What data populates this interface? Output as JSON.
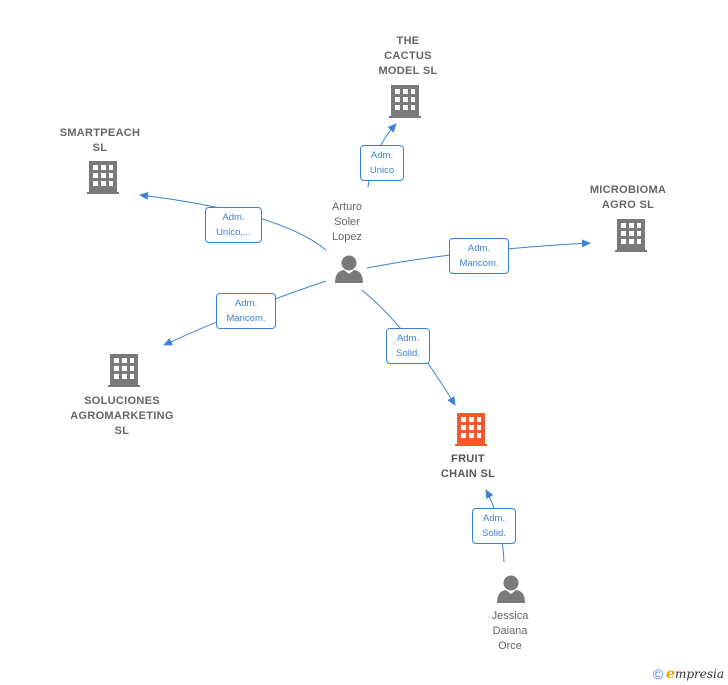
{
  "colors": {
    "edge": "#3b82d6",
    "building": "#7a7a7a",
    "building_main": "#f05a28",
    "person": "#7a7a7a"
  },
  "nodes": {
    "the_cactus": {
      "label": "THE\nCACTUS\nMODEL  SL",
      "icon": "building-icon"
    },
    "smartpeach": {
      "label": "SMARTPEACH\nSL",
      "icon": "building-icon"
    },
    "microbioma": {
      "label": "MICROBIOMA\nAGRO  SL",
      "icon": "building-icon"
    },
    "soluciones": {
      "label": "SOLUCIONES\nAGROMARKETING\nSL",
      "icon": "building-icon"
    },
    "fruit_chain": {
      "label": "FRUIT\nCHAIN  SL",
      "icon": "building-icon"
    },
    "arturo": {
      "label": "Arturo\nSoler\nLopez",
      "icon": "person-icon"
    },
    "jessica": {
      "label": "Jessica\nDaiana\nOrce",
      "icon": "person-icon"
    }
  },
  "edges": {
    "cactus": "Adm.\nUnico",
    "smartpeach": "Adm.\nUnico,...",
    "microbioma": "Adm.\nMancom.",
    "soluciones": "Adm.\nMancom.",
    "fruit_chain": "Adm.\nSolid.",
    "jessica": "Adm.\nSolid."
  },
  "footer": {
    "copyright": "©",
    "brand_initial": "e",
    "brand_rest": "mpresia"
  }
}
